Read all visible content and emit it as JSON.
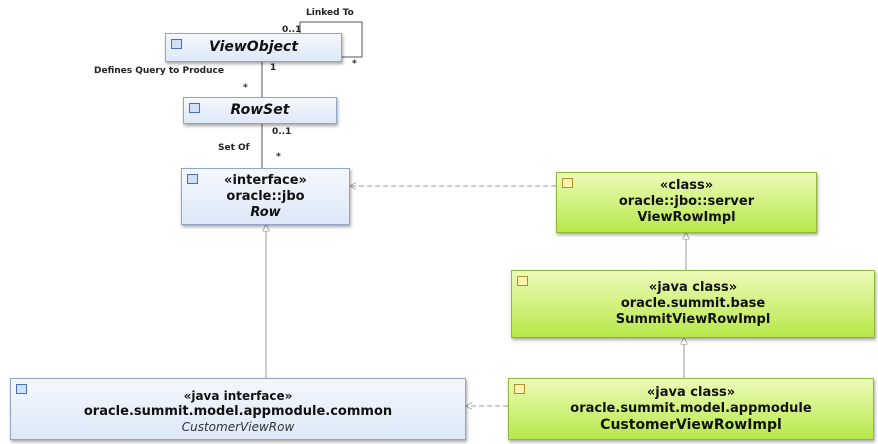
{
  "nodes": {
    "viewobject": {
      "name": "ViewObject"
    },
    "rowset": {
      "name": "RowSet"
    },
    "row": {
      "stereotype": "«interface»",
      "package": "oracle::jbo",
      "name": "Row"
    },
    "viewrowimpl": {
      "stereotype": "«class»",
      "package": "oracle::jbo::server",
      "name": "ViewRowImpl"
    },
    "summitviewrowimpl": {
      "stereotype": "«java class»",
      "package": "oracle.summit.base",
      "name": "SummitViewRowImpl"
    },
    "customerviewrow": {
      "stereotype": "«java interface»",
      "package": "oracle.summit.model.appmodule.common",
      "name": "CustomerViewRow"
    },
    "customerviewrowimpl": {
      "stereotype": "«java class»",
      "package": "oracle.summit.model.appmodule",
      "name": "CustomerViewRowImpl"
    }
  },
  "associations": {
    "linked_to": {
      "label": "Linked To",
      "mult_from": "0..1",
      "mult_to": "*"
    },
    "defines_query": {
      "label": "Defines Query to Produce",
      "mult_from": "1",
      "mult_to": "*"
    },
    "set_of": {
      "label": "Set Of",
      "mult_from": "0..1",
      "mult_to": "*"
    }
  },
  "colors": {
    "interface_fill": "#dde8f8",
    "class_fill": "#b7e84a",
    "edge": "#999999"
  }
}
